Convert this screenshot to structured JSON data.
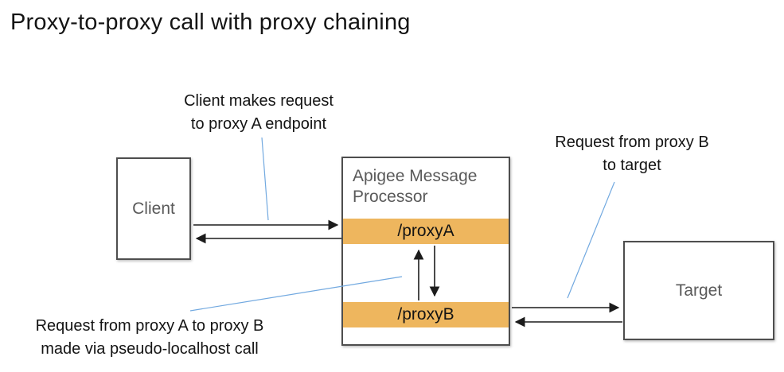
{
  "title": "Proxy-to-proxy call with proxy chaining",
  "colors": {
    "bar_orange": "#EEB65E",
    "box_border": "#4E4E4E",
    "label_gray": "#5A5A5A",
    "leader_blue": "#72A9E0",
    "arrow_black": "#1C1C1C",
    "text_black": "#141414",
    "canvas_bg": "#FFFFFF"
  },
  "nodes": {
    "client": {
      "label": "Client"
    },
    "processor": {
      "title_line1": "Apigee Message",
      "title_line2": "Processor",
      "bars": [
        {
          "label": "/proxyA"
        },
        {
          "label": "/proxyB"
        }
      ]
    },
    "target": {
      "label": "Target"
    }
  },
  "annotations": {
    "client_request": {
      "line1": "Client makes request",
      "line2": "to proxy A endpoint"
    },
    "proxyb_to_target": {
      "line1": "Request from proxy B",
      "line2": "to target"
    },
    "proxya_to_proxyb": {
      "line1": "Request from proxy A to proxy B",
      "line2": "made via pseudo-localhost call"
    }
  }
}
